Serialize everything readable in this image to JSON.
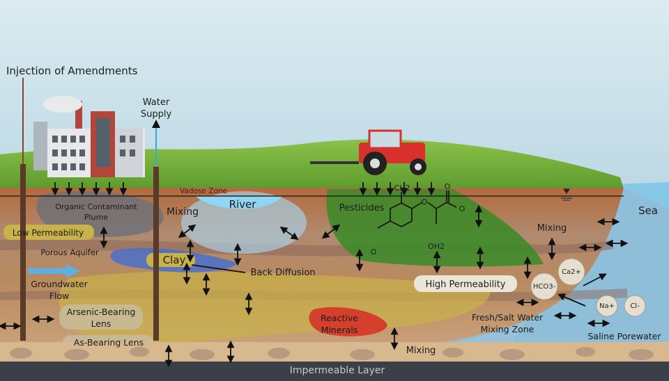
{
  "title": "Injection of Amendments",
  "water_supply": [
    "Water",
    "Supply"
  ],
  "zones": {
    "vadose": "Vadose Zone",
    "river": "River",
    "sea": "Sea",
    "impermeable": "Impermeable Layer"
  },
  "labels": {
    "plume": [
      "Organic Contaminant",
      "Plume"
    ],
    "mixing_left": "Mixing",
    "mixing_right": "Mixing",
    "mixing_bottom": "Mixing",
    "low_permeability": "Low Permeability",
    "porous_aquifer": "Porous Aquifer",
    "clay": "Clay",
    "back_diffusion": "Back Diffusion",
    "groundwater_flow": [
      "Groundwater",
      "Flow"
    ],
    "arsenic_lens": [
      "Arsenic-Bearing",
      "Lens"
    ],
    "as_lens": "As-Bearing Lens",
    "pesticides": "Pesticides",
    "high_permeability": "High Permeability",
    "reactive_minerals": [
      "Reactive",
      "Minerals"
    ],
    "fresh_salt": [
      "Fresh/Salt Water",
      "Mixing Zone"
    ],
    "saline": "Saline Porewater"
  },
  "molecule": {
    "ch2": "CH2",
    "o_ether": "O",
    "o_carbonyl": "O",
    "o_acid": "O",
    "oh2": "OH2",
    "o_ring": "O"
  },
  "ions": {
    "ca": "Ca2+",
    "hco3": "HCO3-",
    "na": "Na+",
    "cl": "Cl-"
  },
  "colors": {
    "sky": "#cfe3ec",
    "grass": "#6fa83a",
    "soil": "#b9825a",
    "sea": "#86c8e6",
    "plume": "#6b6f78",
    "pesticide": "#3f8a2a",
    "clay": "#c9b24a",
    "bedrock": "#3a3f48"
  }
}
